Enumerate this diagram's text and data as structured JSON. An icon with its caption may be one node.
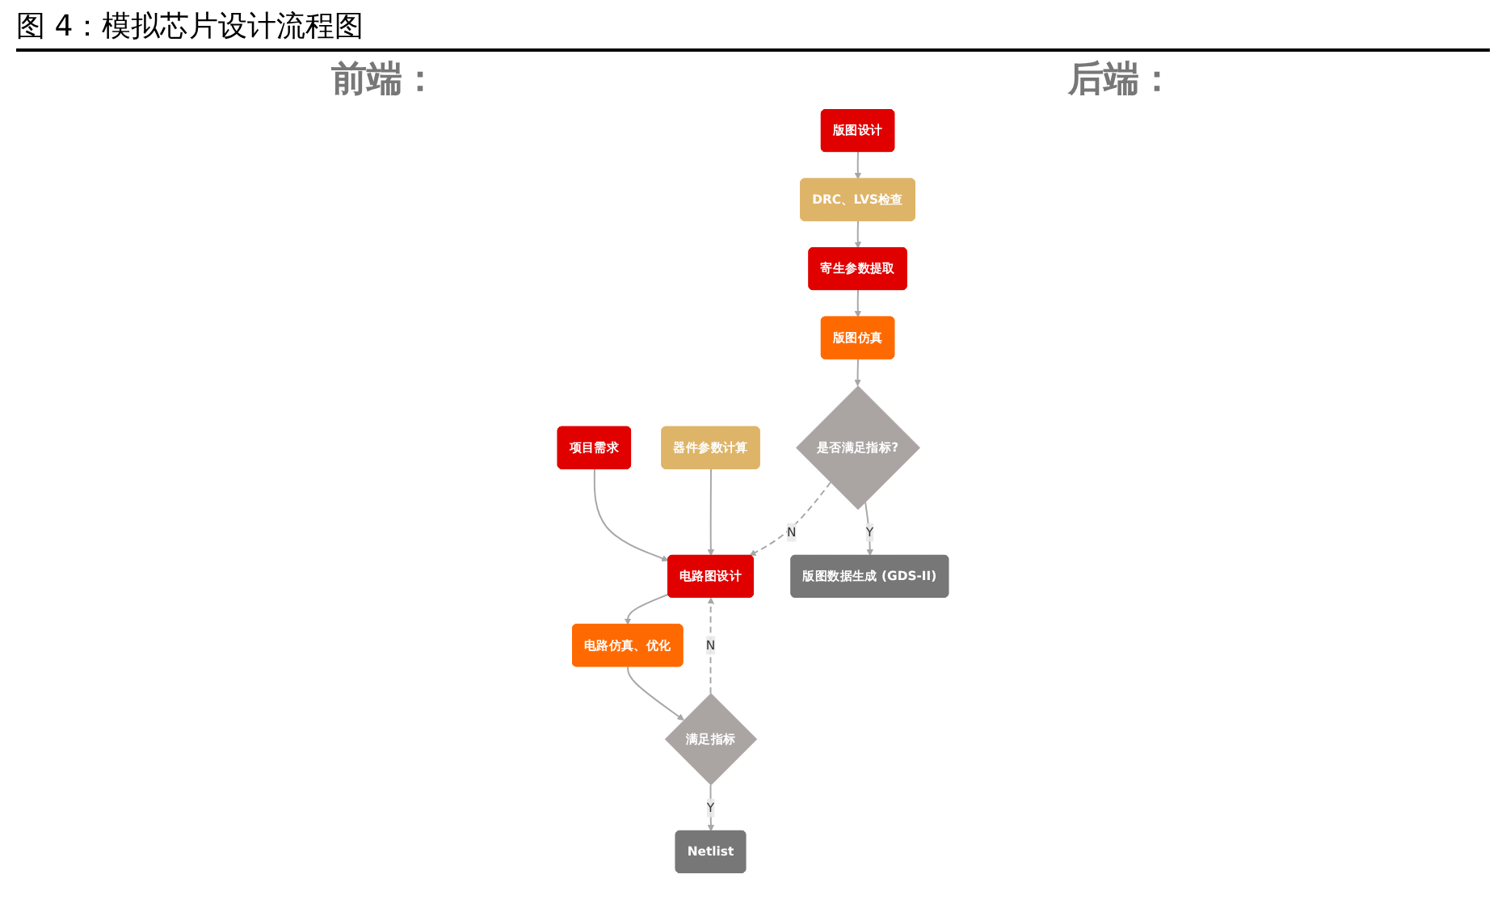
{
  "diagram": {
    "title": "图 4：模拟芯片设计流程图",
    "nodes": [
      {
        "text": [
          "项目需求"
        ]
      },
      {
        "text": [
          "器件参数计算"
        ]
      },
      {
        "text": [
          "电路图设计"
        ]
      },
      {
        "text": [
          "电路仿真、优化"
        ]
      },
      {
        "text": [
          "满足指标"
        ]
      },
      {
        "text": [
          "Netlist"
        ]
      },
      {
        "text": [
          "版图设计"
        ]
      },
      {
        "text": [
          "DRC、LVS检查"
        ]
      },
      {
        "text": [
          "寄生参数提取"
        ]
      },
      {
        "text": [
          "版图仿真"
        ]
      },
      {
        "text": [
          "是否满足指标?"
        ]
      },
      {
        "text": [
          "版图数据生成 (GDS-II)"
        ]
      }
    ],
    "edges": [
      {
        "from": 0,
        "to": 2,
        "arrow": "to"
      },
      {
        "from": 1,
        "to": 2,
        "arrow": "to"
      },
      {
        "from": 2,
        "to": 3,
        "arrow": "to"
      },
      {
        "from": 3,
        "to": 4,
        "arrow": "to"
      },
      {
        "from": 4,
        "to": 2,
        "arrow": "to",
        "label": "N",
        "style": "dashed"
      },
      {
        "from": 4,
        "to": 5,
        "arrow": "to",
        "label": "Y"
      },
      {
        "from": 6,
        "to": 7,
        "arrow": "to"
      },
      {
        "from": 7,
        "to": 8,
        "arrow": "to"
      },
      {
        "from": 8,
        "to": 9,
        "arrow": "to"
      },
      {
        "from": 9,
        "to": 10,
        "arrow": "to"
      },
      {
        "from": 10,
        "to": 2,
        "arrow": "to",
        "label": "N",
        "style": "dashed"
      },
      {
        "from": 10,
        "to": 11,
        "arrow": "to",
        "label": "Y"
      }
    ],
    "labels": [
      "前端：",
      "后端："
    ]
  }
}
